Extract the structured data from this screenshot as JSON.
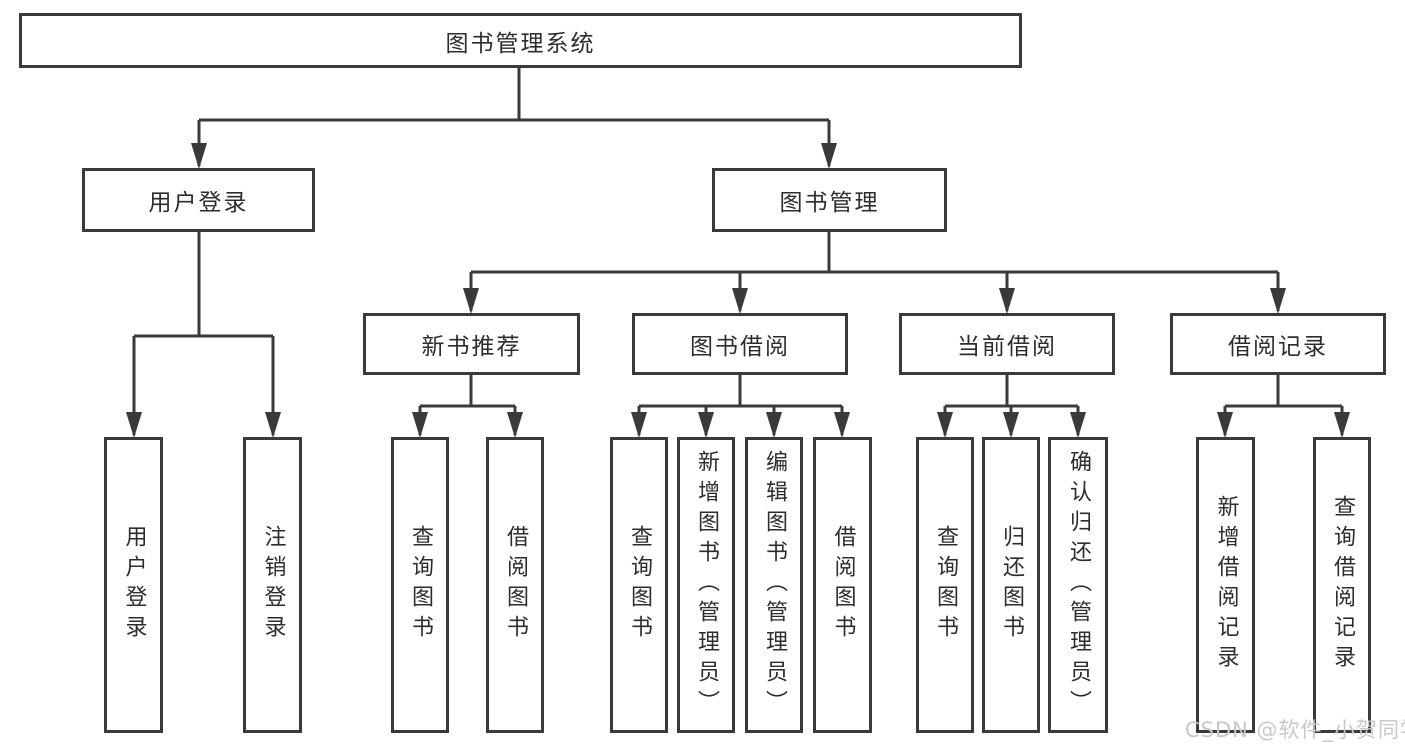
{
  "colors": {
    "line": "#3a3a3a",
    "box_border": "#3a3a3a",
    "box_fill": "#ffffff",
    "text": "#2d2d2d",
    "watermark": "#c8c8c8"
  },
  "tree": {
    "root": {
      "label": "图书管理系统"
    },
    "branches": [
      {
        "label": "用户登录",
        "children": [
          {
            "label": "用户登录"
          },
          {
            "label": "注销登录"
          }
        ]
      },
      {
        "label": "图书管理",
        "children": [
          {
            "label": "新书推荐",
            "children": [
              {
                "label": "查询图书"
              },
              {
                "label": "借阅图书"
              }
            ]
          },
          {
            "label": "图书借阅",
            "children": [
              {
                "label": "查询图书"
              },
              {
                "label": "新增图书（管理员）"
              },
              {
                "label": "编辑图书（管理员）"
              },
              {
                "label": "借阅图书"
              }
            ]
          },
          {
            "label": "当前借阅",
            "children": [
              {
                "label": "查询图书"
              },
              {
                "label": "归还图书"
              },
              {
                "label": "确认归还（管理员）"
              }
            ]
          },
          {
            "label": "借阅记录",
            "children": [
              {
                "label": "新增借阅记录"
              },
              {
                "label": "查询借阅记录"
              }
            ]
          }
        ]
      }
    ]
  },
  "watermark": {
    "text": "CSDN @软件_小贺同学"
  }
}
